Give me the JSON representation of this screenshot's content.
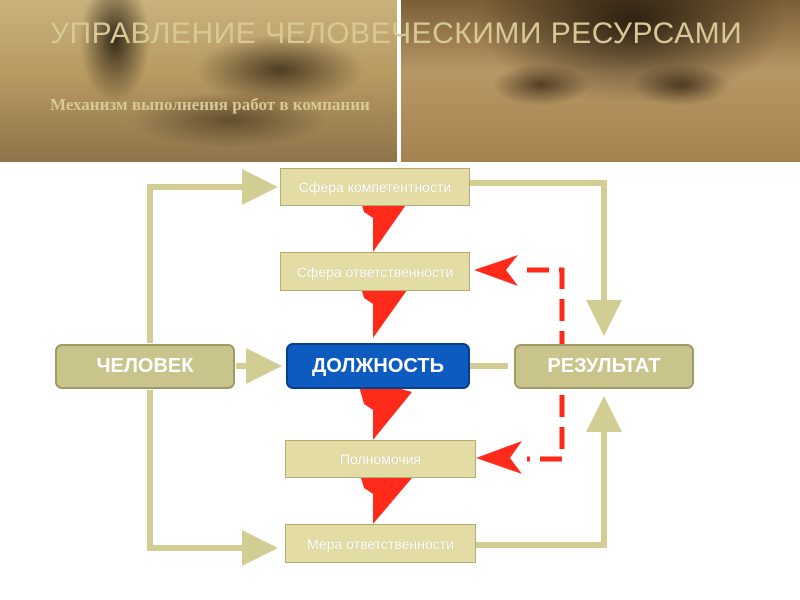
{
  "header": {
    "title": "УПРАВЛЕНИЕ ЧЕЛОВЕЧЕСКИМИ РЕСУРСАМИ",
    "subtitle": "Механизм выполнения работ в компании"
  },
  "diagram": {
    "sphere_competence": "Сфера компетентности",
    "sphere_responsibility": "Сфера ответственности",
    "person": "ЧЕЛОВЕК",
    "position": "ДОЛЖНОСТЬ",
    "result": "РЕЗУЛЬТАТ",
    "authority": "Полномочия",
    "measure_responsibility": "Мера ответственности"
  },
  "colors": {
    "connector": "#d2cd92",
    "feedback_red": "#ff2a1a",
    "position_box": "#0d5bbf",
    "node_box": "#c8c48c",
    "small_box": "#e3dca4"
  }
}
